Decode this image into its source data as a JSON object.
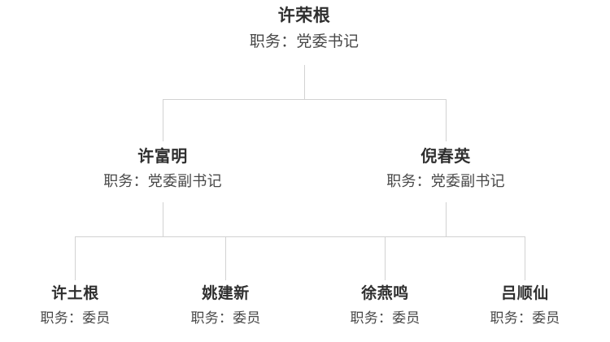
{
  "chart": {
    "type": "org-chart",
    "title_separator": "：",
    "line_color": "#d2d2d2",
    "name_color": "#2f2f2f",
    "title_color": "#484848",
    "background": "#ffffff",
    "levels": [
      {
        "level": 1,
        "nodes": [
          {
            "name": "许荣根",
            "title": "职务：党委书记"
          }
        ]
      },
      {
        "level": 2,
        "nodes": [
          {
            "name": "许富明",
            "title": "职务：党委副书记"
          },
          {
            "name": "倪春英",
            "title": "职务：党委副书记"
          }
        ]
      },
      {
        "level": 3,
        "nodes": [
          {
            "name": "许土根",
            "title": "职务：委员"
          },
          {
            "name": "姚建新",
            "title": "职务：委员"
          },
          {
            "name": "徐燕鸣",
            "title": "职务：委员"
          },
          {
            "name": "吕顺仙",
            "title": "职务：委员"
          }
        ]
      }
    ]
  }
}
